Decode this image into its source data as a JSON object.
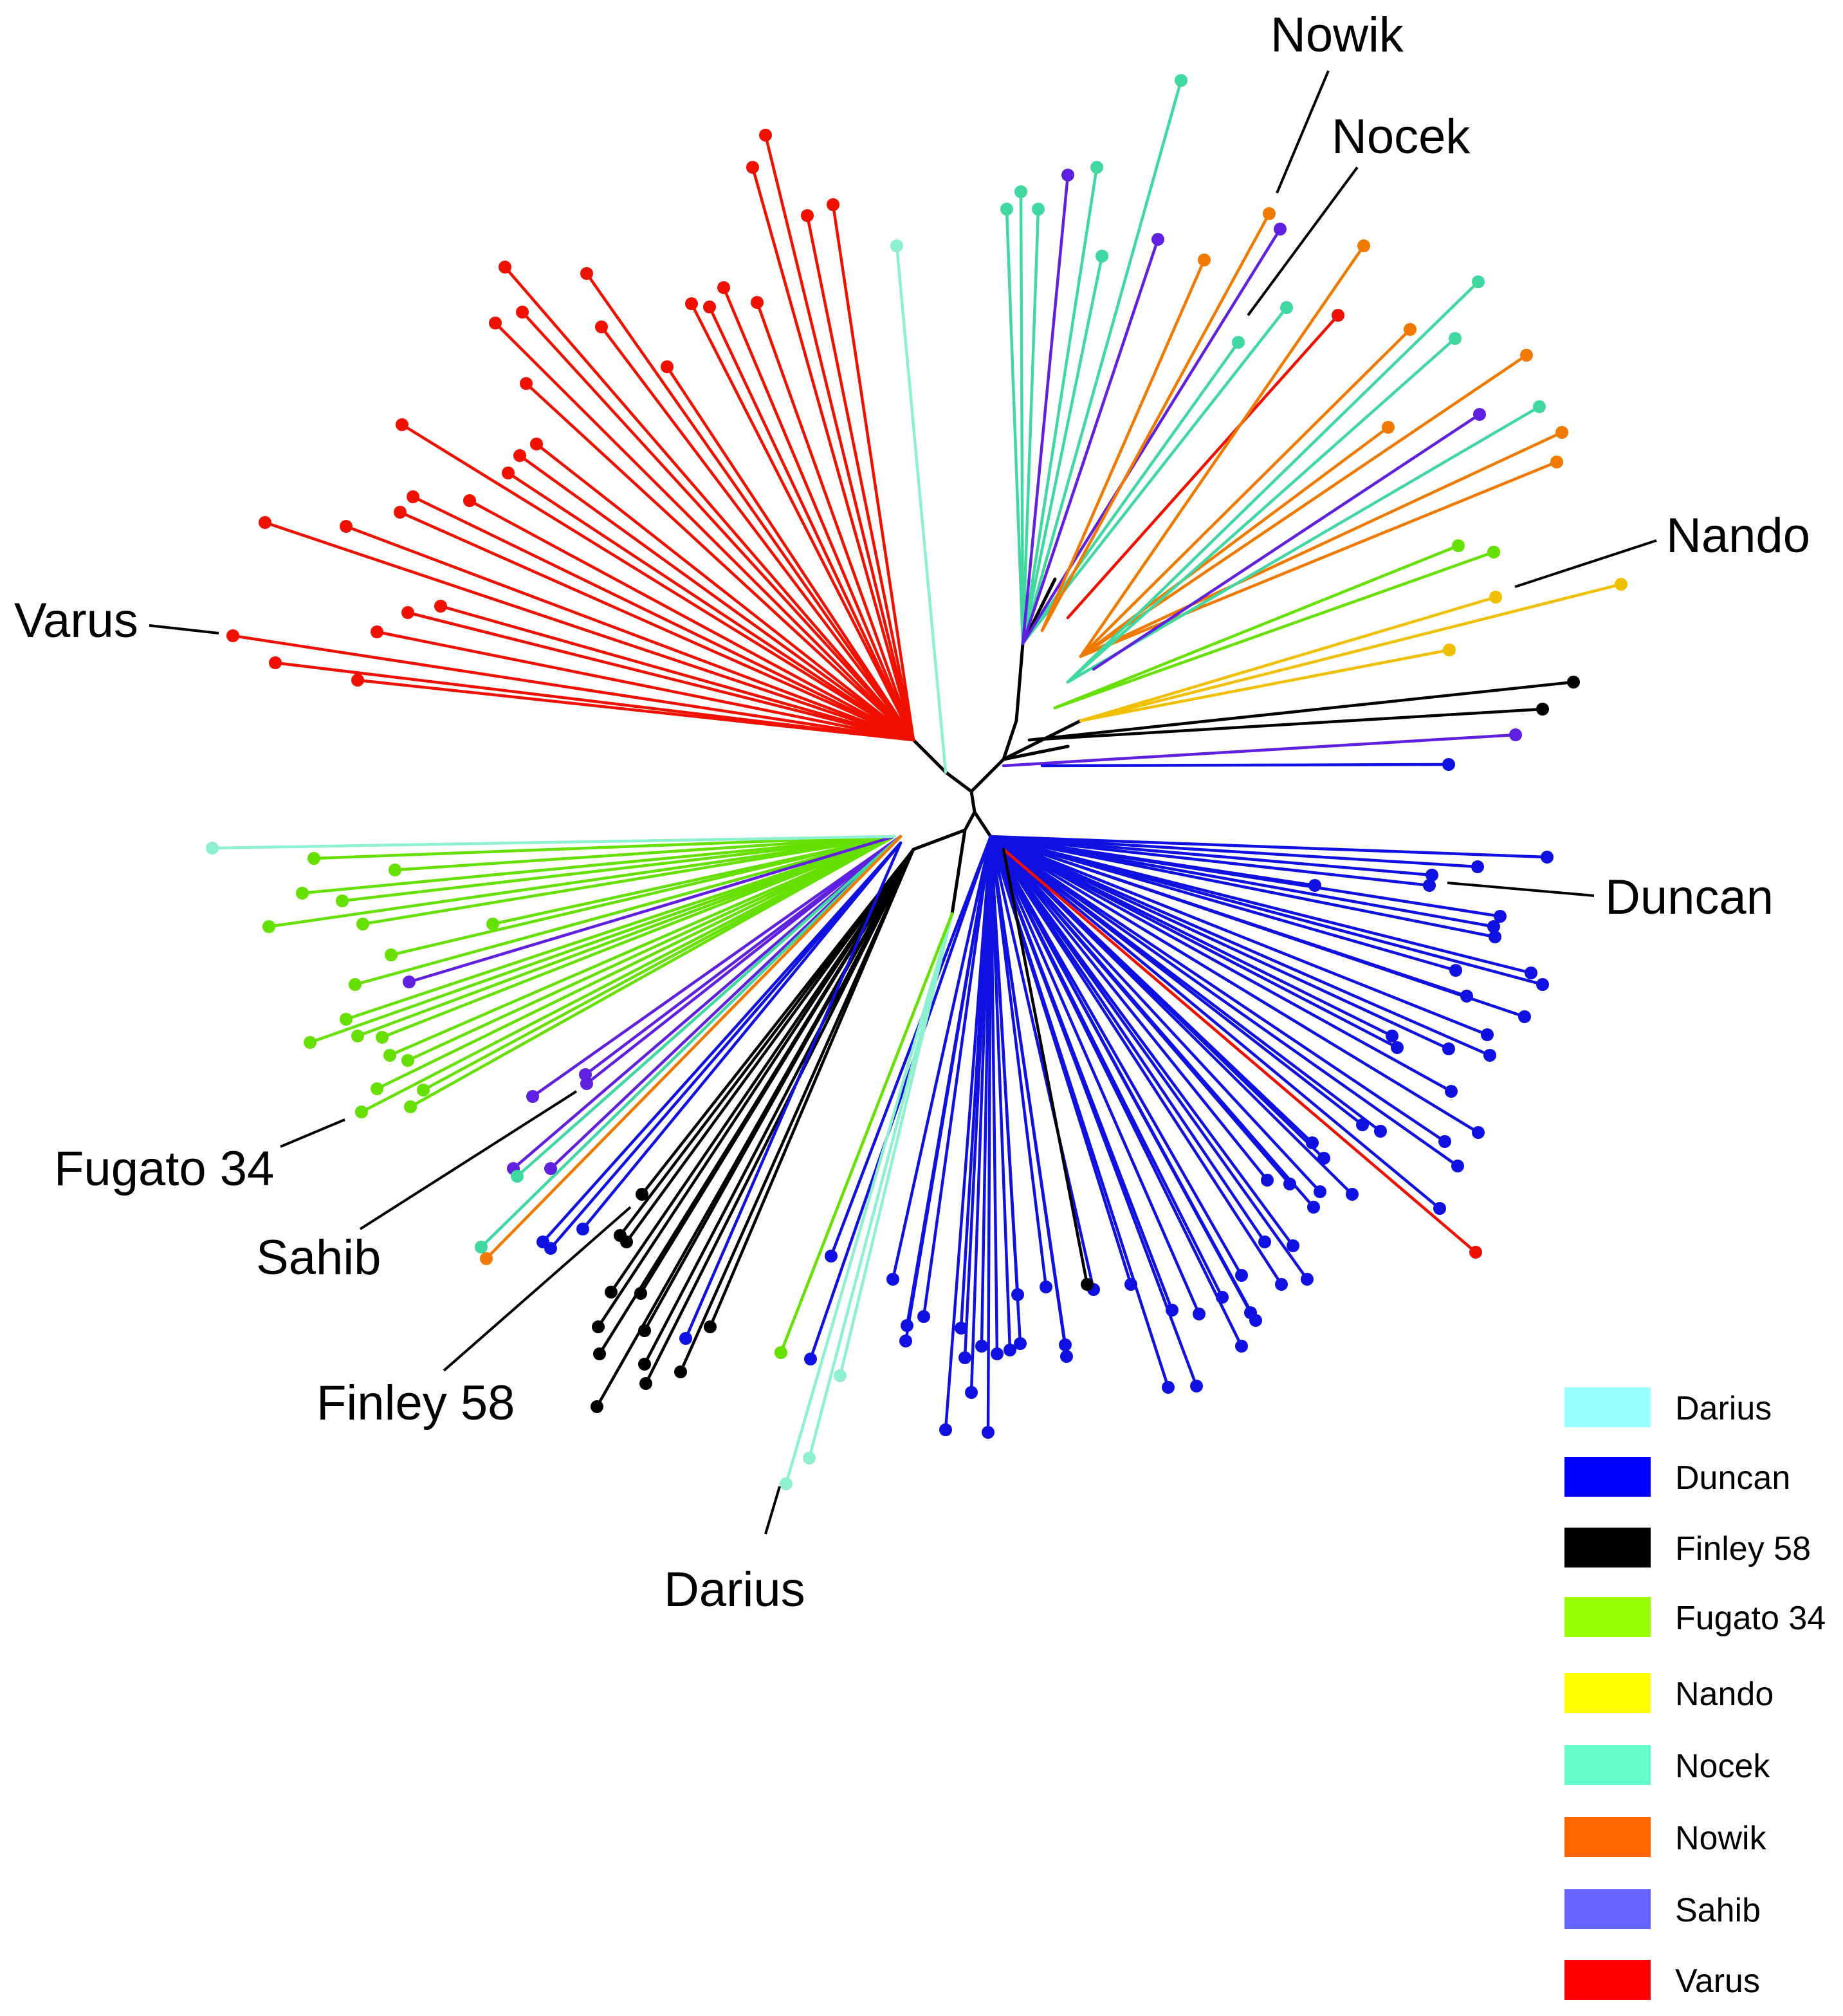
{
  "colors": {
    "Darius": "#99ffff",
    "Duncan": "#0000ff",
    "Finley 58": "#000000",
    "Fugato 34": "#99ff00",
    "Nando": "#ffff00",
    "Nocek": "#66ffcc",
    "Nowik": "#ff6600",
    "Sahib": "#6666ff",
    "Varus": "#ff0000"
  },
  "branch_colors": {
    "Darius": "#8ff0d0",
    "Duncan": "#1010e0",
    "Finley 58": "#000000",
    "Fugato 34": "#66e000",
    "Nando": "#f0c000",
    "Nocek": "#40d8a0",
    "Nowik": "#f07a00",
    "Sahib": "#6020e0",
    "Varus": "#f01000"
  },
  "callouts": [
    {
      "label": "Nowik"
    },
    {
      "label": "Nocek"
    },
    {
      "label": "Nando"
    },
    {
      "label": "Varus"
    },
    {
      "label": "Duncan"
    },
    {
      "label": "Fugato 34"
    },
    {
      "label": "Sahib"
    },
    {
      "label": "Finley 58"
    },
    {
      "label": "Darius"
    }
  ],
  "legend": [
    {
      "label": "Darius"
    },
    {
      "label": "Duncan"
    },
    {
      "label": "Finley 58"
    },
    {
      "label": "Fugato 34"
    },
    {
      "label": "Nando"
    },
    {
      "label": "Nocek"
    },
    {
      "label": "Nowik"
    },
    {
      "label": "Sahib"
    },
    {
      "label": "Varus"
    }
  ]
}
